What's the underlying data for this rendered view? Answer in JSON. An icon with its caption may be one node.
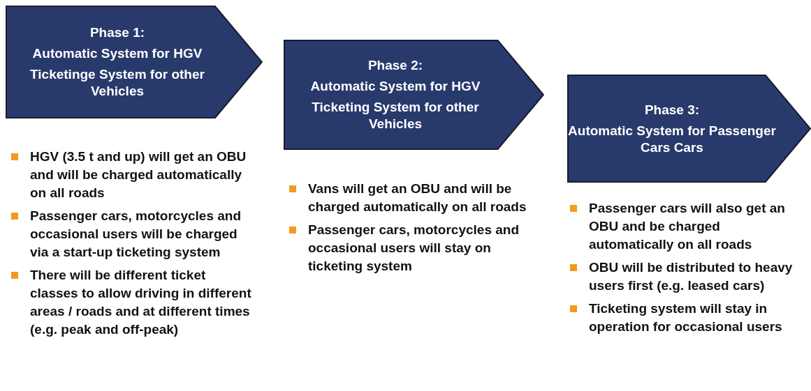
{
  "diagram": {
    "nodes": [
      {
        "text": [
          "Phase 1:",
          "Automatic System for HGV",
          "Ticketinge System for other Vehicles"
        ],
        "beside": [
          "HGV (3.5 t and up) will get an OBU and will be charged automatically on all roads",
          "Passenger cars, motorcycles and occasional users will be charged via a start-up ticketing system",
          "There will be different ticket classes to allow driving in different areas / roads and at different times (e.g. peak and off-peak)"
        ]
      },
      {
        "text": [
          "Phase 2:",
          "Automatic System for HGV",
          "Ticketing System for other Vehicles"
        ],
        "beside": [
          "Vans will get an OBU and will be charged automatically on all roads",
          "Passenger cars, motorcycles and occasional users will stay on ticketing system"
        ]
      },
      {
        "text": [
          "Phase 3:",
          "Automatic System for Passenger Cars Cars"
        ],
        "beside": [
          "Passenger cars will also get an OBU and be charged automatically on all roads",
          "OBU will be distributed to heavy users first (e.g. leased cars)",
          "Ticketing system will stay in operation for occasional users"
        ]
      }
    ],
    "edges": []
  }
}
